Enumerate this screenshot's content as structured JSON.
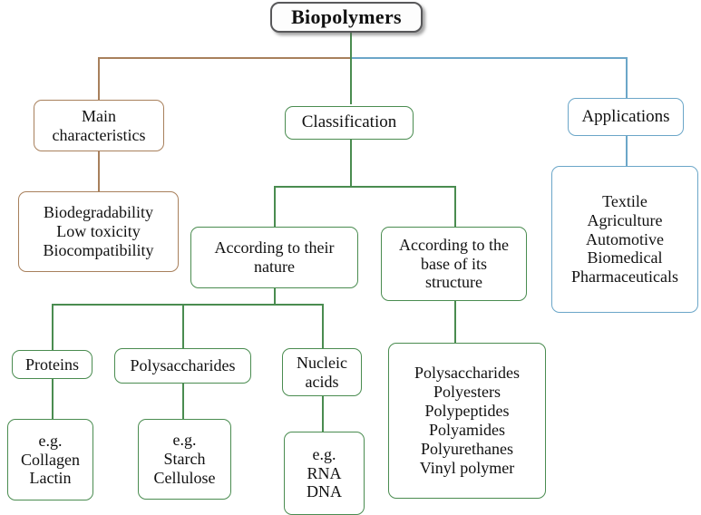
{
  "diagram": {
    "title": "Biopolymers",
    "colors": {
      "root_border": "#58585a",
      "branch_characteristics": "#a8805c",
      "branch_classification": "#4a8c50",
      "branch_applications": "#6ba6c8"
    },
    "root": {
      "label": "Biopolymers"
    },
    "branches": {
      "characteristics": {
        "header": {
          "line1": "Main",
          "line2": "characteristics"
        },
        "items": {
          "line1": "Biodegradability",
          "line2": "Low toxicity",
          "line3": "Biocompatibility"
        }
      },
      "classification": {
        "header": {
          "label": "Classification"
        },
        "by_nature": {
          "header": {
            "line1": "According to their",
            "line2": "nature"
          },
          "categories": {
            "proteins": {
              "label": "Proteins",
              "examples": {
                "line1": "e.g.",
                "line2": "Collagen",
                "line3": "Lactin"
              }
            },
            "polysaccharides": {
              "label": "Polysaccharides",
              "examples": {
                "line1": "e.g.",
                "line2": "Starch",
                "line3": "Cellulose"
              }
            },
            "nucleic_acids": {
              "line1": "Nucleic",
              "line2": "acids",
              "examples": {
                "line1": "e.g.",
                "line2": "RNA",
                "line3": "DNA"
              }
            }
          }
        },
        "by_structure": {
          "header": {
            "line1": "According to the",
            "line2": "base of its",
            "line3": "structure"
          },
          "items": {
            "line1": "Polysaccharides",
            "line2": "Polyesters",
            "line3": "Polypeptides",
            "line4": "Polyamides",
            "line5": "Polyurethanes",
            "line6": "Vinyl polymer"
          }
        }
      },
      "applications": {
        "header": {
          "label": "Applications"
        },
        "items": {
          "line1": "Textile",
          "line2": "Agriculture",
          "line3": "Automotive",
          "line4": "Biomedical",
          "line5": "Pharmaceuticals"
        }
      }
    }
  }
}
